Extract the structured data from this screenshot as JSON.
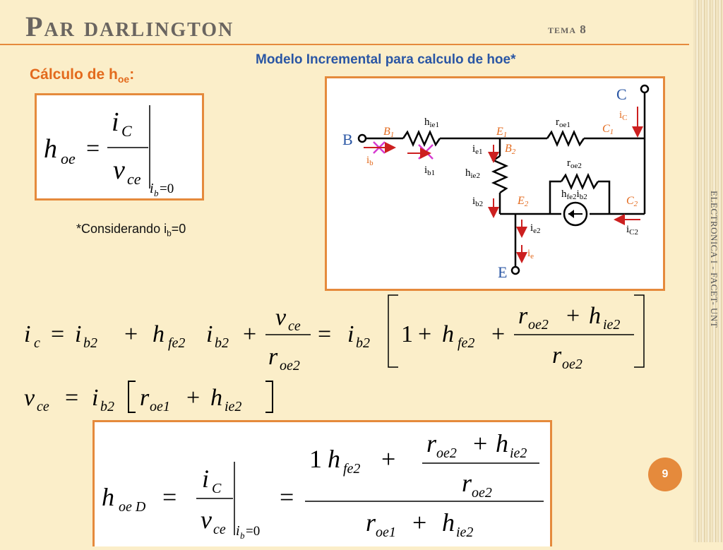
{
  "slide": {
    "title": "Par darlington",
    "tema": "tema 8",
    "subtitle": "Modelo Incremental para calculo de hoe*",
    "calc_label": "Cálculo de h",
    "calc_label_sub": "oe",
    "calc_label_suffix": ":",
    "note_prefix": "*Considerando i",
    "note_sub": "b",
    "note_suffix": "=0",
    "side_text": "ELECTRONICA I - FACET- UNT",
    "page_number": "9"
  },
  "circuit": {
    "nodes": {
      "B": "B",
      "C": "C",
      "E": "E"
    },
    "labels": {
      "B1": "B",
      "B1_sub": "1",
      "E1": "E",
      "E1_sub": "1",
      "C1": "C",
      "C1_sub": "1",
      "B2": "B",
      "B2_sub": "2",
      "E2": "E",
      "E2_sub": "2",
      "C2": "C",
      "C2_sub": "2"
    },
    "components": {
      "hie1": "h",
      "hie1_sub": "ie1",
      "roe1": "r",
      "roe1_sub": "oe1",
      "hie2": "h",
      "hie2_sub": "ie2",
      "roe2": "r",
      "roe2_sub": "oe2",
      "src_a": "h",
      "src_a_sub": "fe2",
      "src_b": "i",
      "src_b_sub": "b2"
    },
    "currents": {
      "ib": "i",
      "ib_sub": "b",
      "ib1": "i",
      "ib1_sub": "b1",
      "ie1": "i",
      "ie1_sub": "e1",
      "ib2": "i",
      "ib2_sub": "b2",
      "ie2": "i",
      "ie2_sub": "e2",
      "ie": "i",
      "ie_sub": "e",
      "iC": "i",
      "iC_sub": "C",
      "iC2": "i",
      "iC2_sub": "C2"
    }
  },
  "colors": {
    "accent": "#e58a3c",
    "blue": "#2a56a4",
    "red": "#cc1f1f",
    "magenta": "#d63bd1"
  },
  "formulas": {
    "hoe_lhs": "h",
    "hoe_lhs_sub": "oe",
    "eq": "=",
    "iC_num": "i",
    "iC_num_sub": "C",
    "vce_den": "v",
    "vce_den_sub": "ce",
    "cond": "i",
    "cond_sub": "b",
    "cond_val": "=0",
    "ic_lhs": "i",
    "ic_lhs_sub": "c",
    "ib2": "i",
    "ib2_sub": "b2",
    "plus": "+",
    "hfe2": "h",
    "hfe2_sub": "fe2",
    "vce": "v",
    "vce_sub": "ce",
    "roe2": "r",
    "roe2_sub": "oe2",
    "hie2": "h",
    "hie2_sub": "ie2",
    "roe1": "r",
    "roe1_sub": "oe1",
    "one": "1",
    "hoeD_lhs": "h",
    "hoeD_lhs_sub": "oe D"
  }
}
